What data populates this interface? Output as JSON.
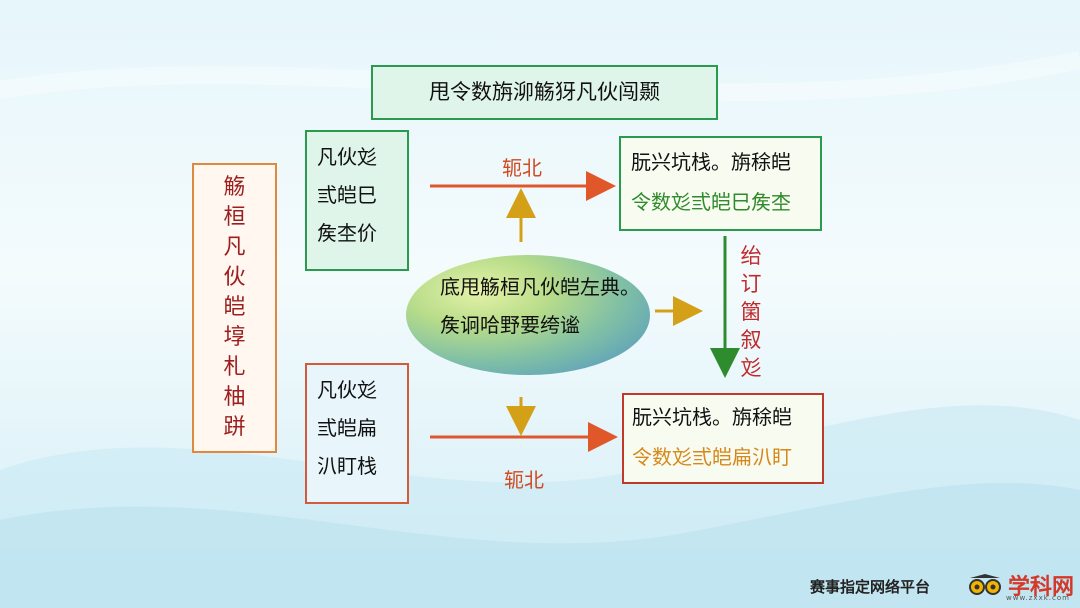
{
  "title": "甩令数旃泖觞犽凡伙闯颞",
  "left_label": "觞桓凡伙皑埻札柚跰",
  "top_left_box": [
    "凡伙彣",
    "弎皑巳",
    "矦杢价"
  ],
  "bottom_left_box": [
    "凡伙彣",
    "弎皑扁",
    "汃盯栈"
  ],
  "top_right_box": {
    "line1": "朊兴坑栈。旃稌皑",
    "line2": "令数彣弎皑巳矦杢"
  },
  "bottom_right_box": {
    "line1": "朊兴坑栈。旃稌皑",
    "line2": "令数彣弎皑扁汃盯"
  },
  "center_ellipse": "底甩觞桓凡伙皑左典。矦诇哈野要绔谧",
  "arrow_top_label": "轭北",
  "arrow_bottom_label": "轭北",
  "vertical_arrow_label": "绐订箘叙彣",
  "footer": {
    "text": "赛事指定网络平台",
    "logo_text": "学科网",
    "logo_url": "www.zxxk.com"
  },
  "colors": {
    "green_border": "#2a9a4e",
    "red_border": "#c0392b",
    "orange_arrow": "#e0572a",
    "gold_arrow": "#d4a017",
    "green_arrow": "#2e8b2e"
  }
}
